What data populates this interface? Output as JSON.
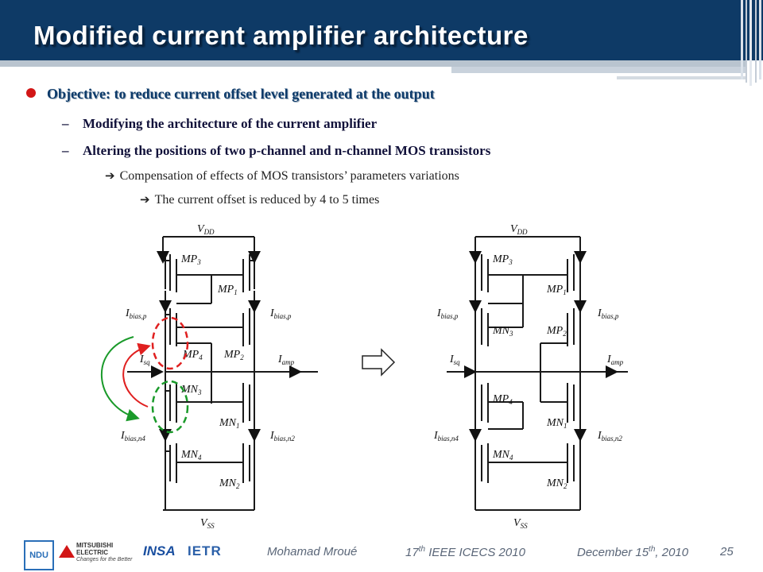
{
  "slide": {
    "title": "Modified current amplifier architecture",
    "page_number": "25"
  },
  "bullets": {
    "objective": "Objective: to reduce current offset level generated at the output",
    "sub1": "Modifying the architecture of the current amplifier",
    "sub2": "Altering the positions of two p-channel and n-channel MOS transistors",
    "sub2a": "Compensation of effects of MOS transistors’ parameters variations",
    "sub2b": "The current offset is reduced by 4 to 5 times",
    "dash": "–"
  },
  "circuit_left": {
    "vdd": "V",
    "vdd_sub": "DD",
    "vss": "V",
    "vss_sub": "SS",
    "mp3": "MP",
    "mp3_sub": "3",
    "mp1": "MP",
    "mp1_sub": "1",
    "mp4": "MP",
    "mp4_sub": "4",
    "mp2": "MP",
    "mp2_sub": "2",
    "mn3": "MN",
    "mn3_sub": "3",
    "mn1": "MN",
    "mn1_sub": "1",
    "mn4": "MN",
    "mn4_sub": "4",
    "mn2": "MN",
    "mn2_sub": "2",
    "ibias_p_left": "I",
    "ibias_p_left_sub": "bias,p",
    "ibias_p_right": "I",
    "ibias_p_right_sub": "bias,p",
    "isq": "I",
    "isq_sub": "sq",
    "iamp": "I",
    "iamp_sub": "amp",
    "ibias_n4": "I",
    "ibias_n4_sub": "bias,n4",
    "ibias_n2": "I",
    "ibias_n2_sub": "bias,n2"
  },
  "circuit_right": {
    "vdd": "V",
    "vdd_sub": "DD",
    "vss": "V",
    "vss_sub": "SS",
    "mp3": "MP",
    "mp3_sub": "3",
    "mp1": "MP",
    "mp1_sub": "1",
    "mn3": "MN",
    "mn3_sub": "3",
    "mp2": "MP",
    "mp2_sub": "2",
    "mp4": "MP",
    "mp4_sub": "4",
    "mn1": "MN",
    "mn1_sub": "1",
    "mn4": "MN",
    "mn4_sub": "4",
    "mn2": "MN",
    "mn2_sub": "2",
    "ibias_p_left": "I",
    "ibias_p_left_sub": "bias,p",
    "ibias_p_right": "I",
    "ibias_p_right_sub": "bias,p",
    "isq": "I",
    "isq_sub": "sq",
    "iamp": "I",
    "iamp_sub": "amp",
    "ibias_n4": "I",
    "ibias_n4_sub": "bias,n4",
    "ibias_n2": "I",
    "ibias_n2_sub": "bias,n2"
  },
  "footer": {
    "author": "Mohamad Mroué",
    "conf_pre": "17",
    "conf_sup": "th",
    "conf_post": " IEEE ICECS 2010",
    "date_pre": "December 15",
    "date_sup": "th",
    "date_post": ", 2010",
    "logo_ndu": "NDU",
    "logo_mitsubishi": "MITSUBISHI",
    "logo_mitsubishi2": "ELECTRIC",
    "logo_mitsubishi3": "Changes for the Better",
    "logo_insa": "INSA",
    "logo_ietr": "IETR"
  },
  "colors": {
    "header_bg": "#0e3a66",
    "bullet_dot": "#d21616",
    "highlight_red": "#e02020",
    "highlight_green": "#1a9a2a"
  }
}
